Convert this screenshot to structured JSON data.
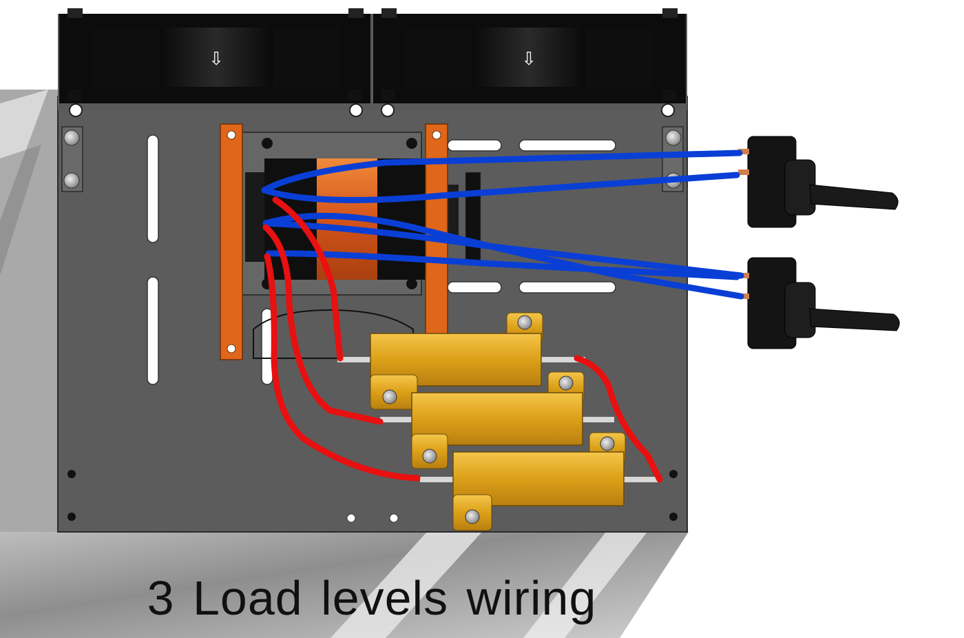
{
  "caption": "3 Load levels wiring",
  "fans": [
    {
      "arrow": "⇩"
    },
    {
      "arrow": "⇩"
    }
  ],
  "switches": [
    {
      "name": "toggle-switch-1"
    },
    {
      "name": "toggle-switch-2"
    }
  ],
  "resistors": [
    {
      "name": "resistor-1"
    },
    {
      "name": "resistor-2"
    },
    {
      "name": "resistor-3"
    }
  ],
  "wire_colors": {
    "switch": "#0a3fd6",
    "resistor": "#e81010"
  },
  "colors": {
    "plate": "#5f5f5f",
    "bracket": "#e0661a",
    "resistor_body": "#e0a020",
    "fan": "#0c0c0c"
  }
}
